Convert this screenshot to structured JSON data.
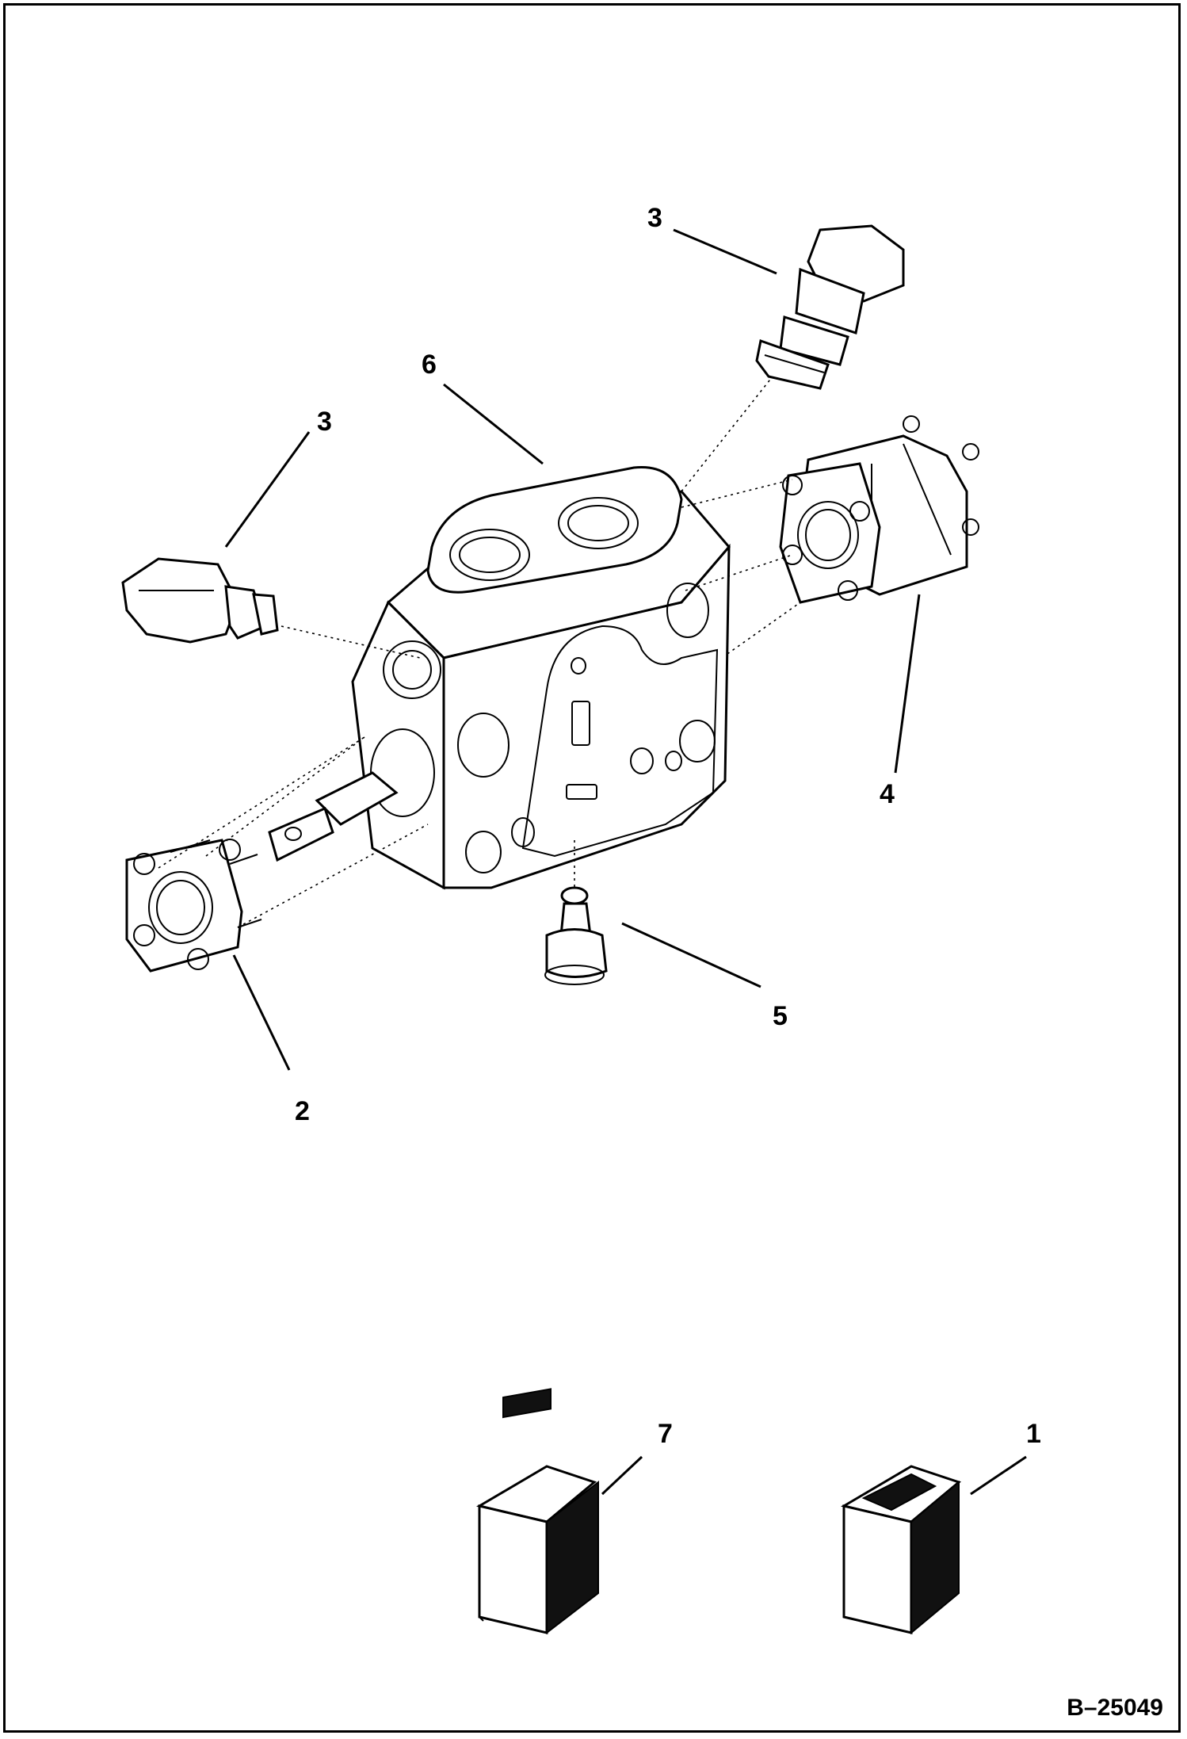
{
  "callouts": {
    "c1": "1",
    "c2": "2",
    "c3a": "3",
    "c3b": "3",
    "c4": "4",
    "c5": "5",
    "c6": "6",
    "c7": "7"
  },
  "figure_id": "B–25049"
}
